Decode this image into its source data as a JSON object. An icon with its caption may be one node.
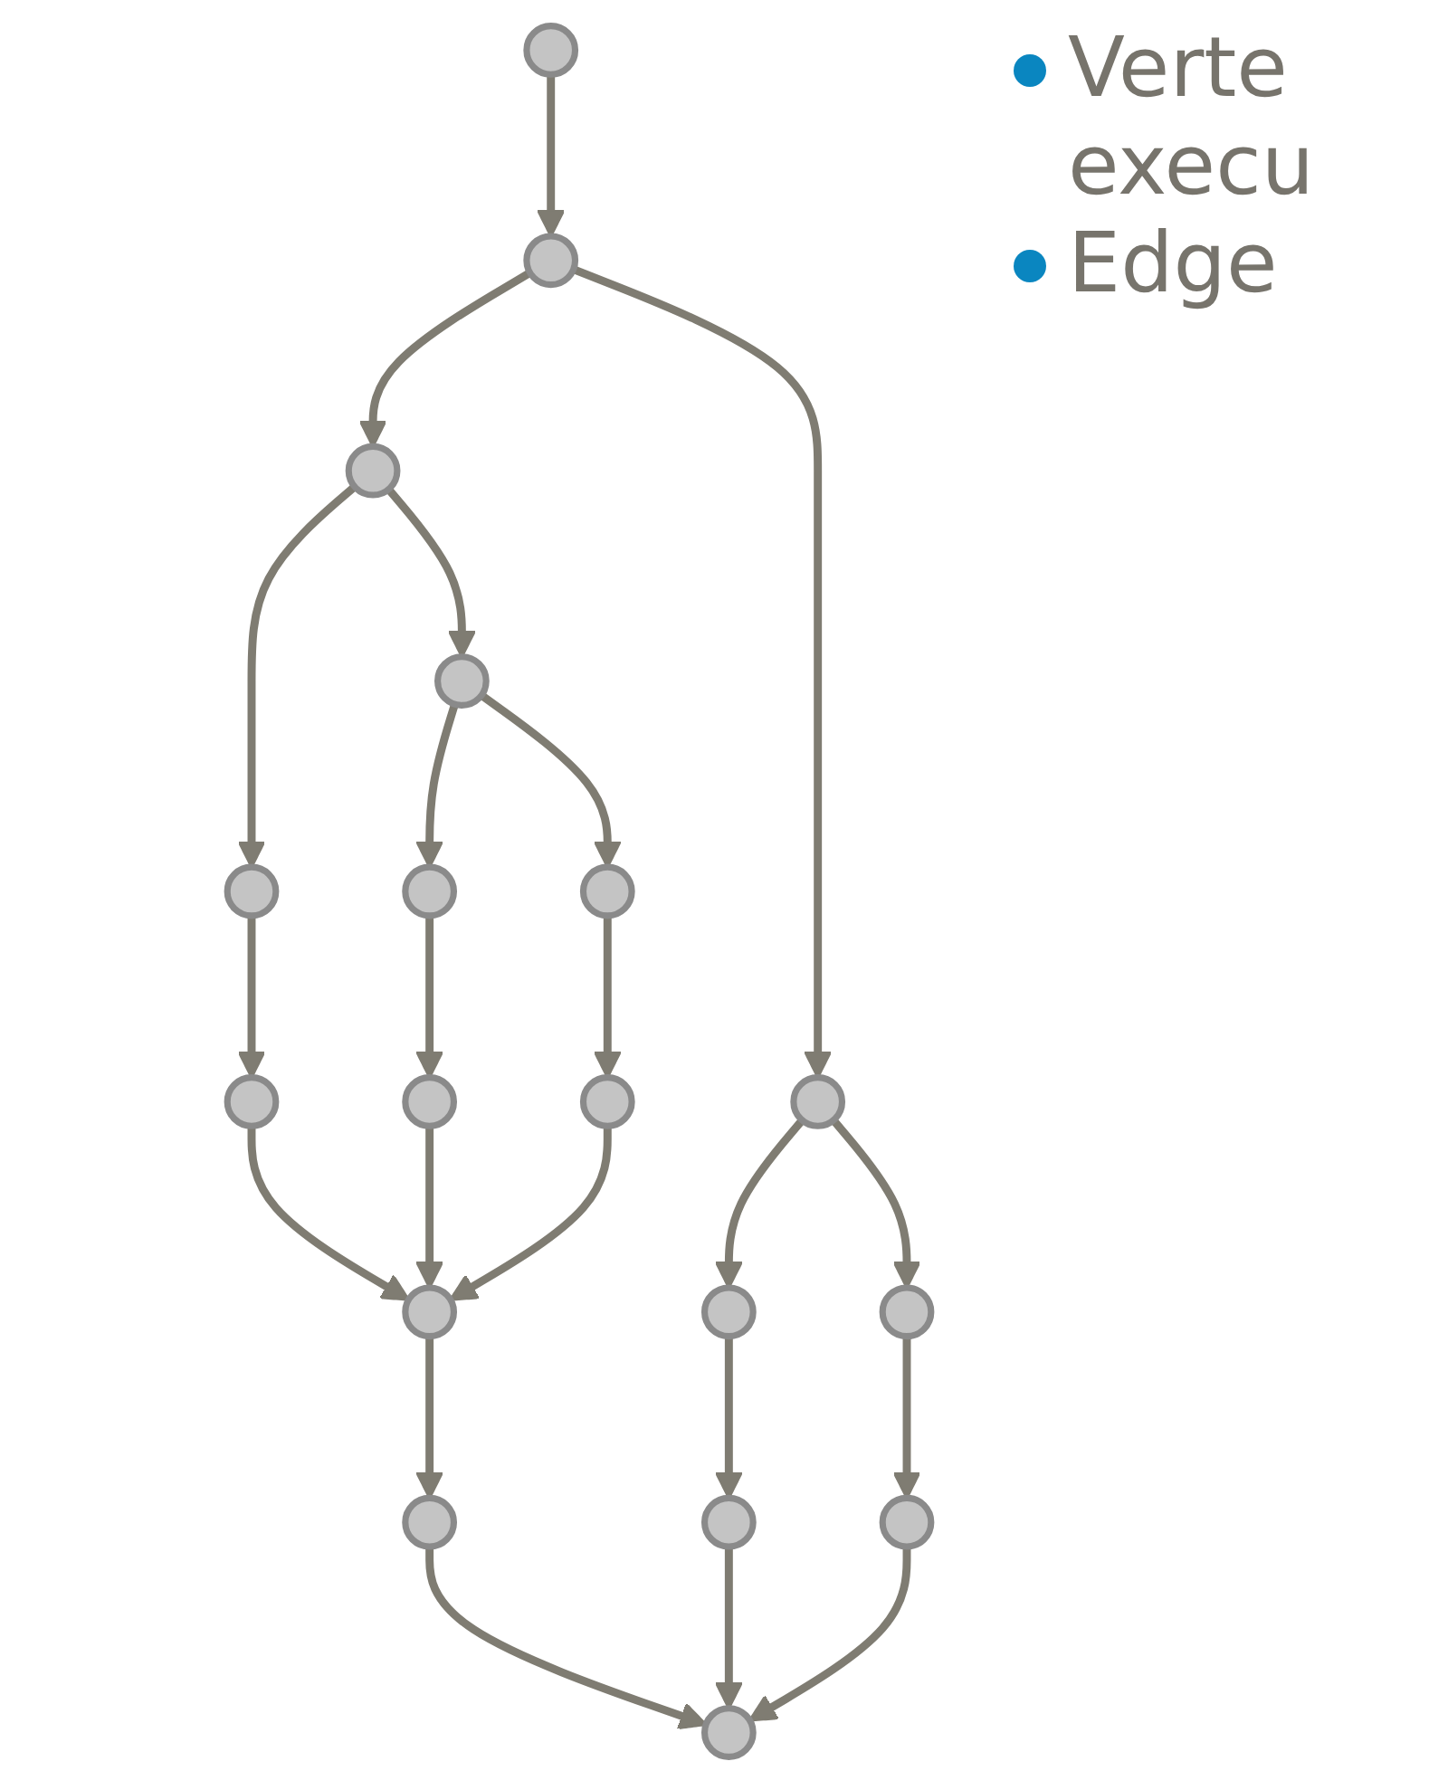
{
  "diagram": {
    "nodes": [
      {
        "text": [],
        "shape": "circle"
      },
      {
        "text": [],
        "shape": "circle"
      },
      {
        "text": [],
        "shape": "circle"
      },
      {
        "text": [],
        "shape": "circle"
      },
      {
        "text": [],
        "shape": "circle"
      },
      {
        "text": [],
        "shape": "circle"
      },
      {
        "text": [],
        "shape": "circle"
      },
      {
        "text": [],
        "shape": "circle"
      },
      {
        "text": [],
        "shape": "circle"
      },
      {
        "text": [],
        "shape": "circle"
      },
      {
        "text": [],
        "shape": "circle"
      },
      {
        "text": [],
        "shape": "circle"
      },
      {
        "text": [],
        "shape": "circle"
      },
      {
        "text": [],
        "shape": "circle"
      },
      {
        "text": [],
        "shape": "circle"
      },
      {
        "text": [],
        "shape": "circle"
      },
      {
        "text": [],
        "shape": "circle"
      },
      {
        "text": [],
        "shape": "circle"
      }
    ],
    "edges": [
      {
        "from": 0,
        "to": 1,
        "arrow": "to"
      },
      {
        "from": 1,
        "to": 2,
        "arrow": "to"
      },
      {
        "from": 1,
        "to": 5,
        "arrow": "to"
      },
      {
        "from": 2,
        "to": 3,
        "arrow": "to"
      },
      {
        "from": 2,
        "to": 4,
        "arrow": "to"
      },
      {
        "from": 3,
        "to": 10,
        "arrow": "to"
      },
      {
        "from": 4,
        "to": 6,
        "arrow": "to"
      },
      {
        "from": 4,
        "to": 7,
        "arrow": "to"
      },
      {
        "from": 5,
        "to": 8,
        "arrow": "to"
      },
      {
        "from": 5,
        "to": 9,
        "arrow": "to"
      },
      {
        "from": 6,
        "to": 11,
        "arrow": "to"
      },
      {
        "from": 7,
        "to": 12,
        "arrow": "to"
      },
      {
        "from": 9,
        "to": 13,
        "arrow": "to"
      },
      {
        "from": 10,
        "to": 14,
        "arrow": "to"
      },
      {
        "from": 11,
        "to": 14,
        "arrow": "to"
      },
      {
        "from": 12,
        "to": 14,
        "arrow": "to"
      },
      {
        "from": 8,
        "to": 15,
        "arrow": "to"
      },
      {
        "from": 14,
        "to": 16,
        "arrow": "to"
      },
      {
        "from": 16,
        "to": 17,
        "arrow": "to"
      },
      {
        "from": 15,
        "to": 17,
        "arrow": "to"
      },
      {
        "from": 13,
        "to": 17,
        "arrow": "to"
      }
    ],
    "labels": [
      "Verte execu",
      "Edge"
    ]
  }
}
